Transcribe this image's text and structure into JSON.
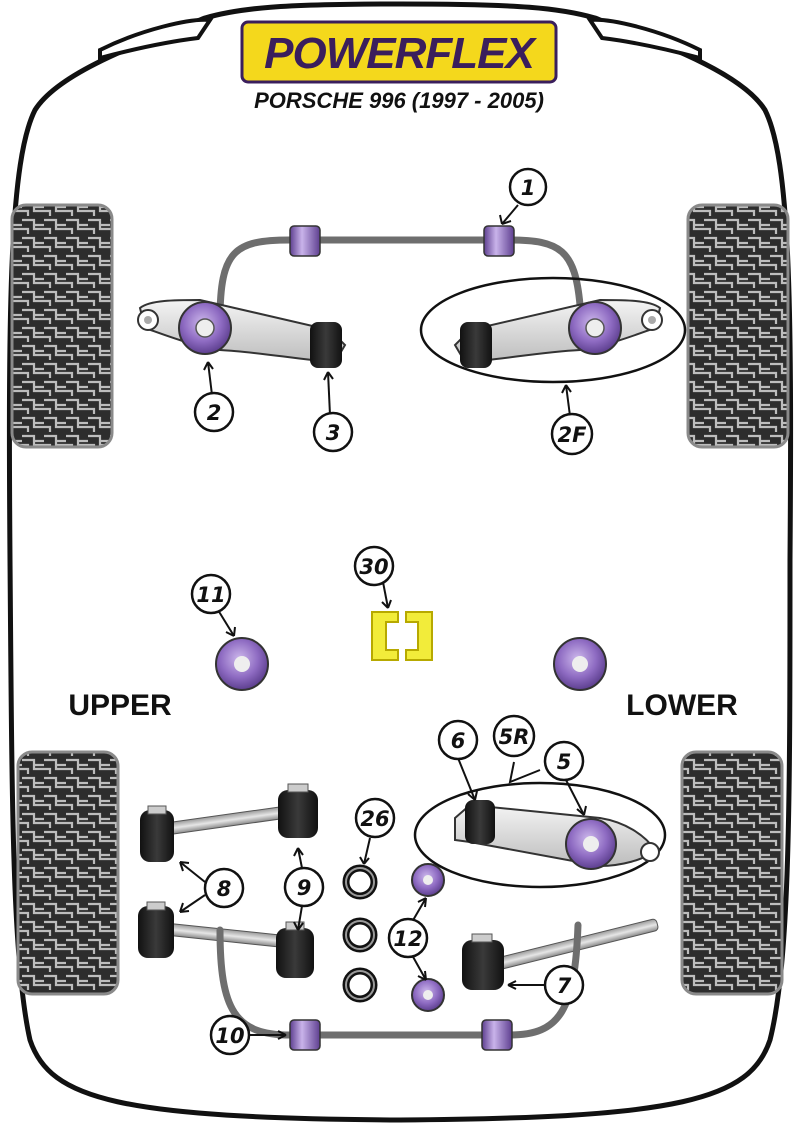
{
  "brand": {
    "name": "POWERFLEX",
    "logo_yellow": "#f4d81c",
    "logo_purple": "#3a1e5c"
  },
  "title": "PORSCHE 996 (1997 - 2005)",
  "labels": {
    "upper": "UPPER",
    "lower": "LOWER"
  },
  "colors": {
    "bush_purple": "#7b5aa6",
    "bush_light": "#d6c8ea",
    "yellow_part": "#f2ec3a",
    "black_bush": "#1a1a1a",
    "tyre": "#2a2a2a"
  },
  "callouts": {
    "c1": "1",
    "c2": "2",
    "c3": "3",
    "c2f": "2F",
    "c30": "30",
    "c11": "11",
    "c6": "6",
    "c5r": "5R",
    "c5": "5",
    "c26": "26",
    "c8": "8",
    "c9": "9",
    "c12": "12",
    "c7": "7",
    "c10": "10"
  }
}
